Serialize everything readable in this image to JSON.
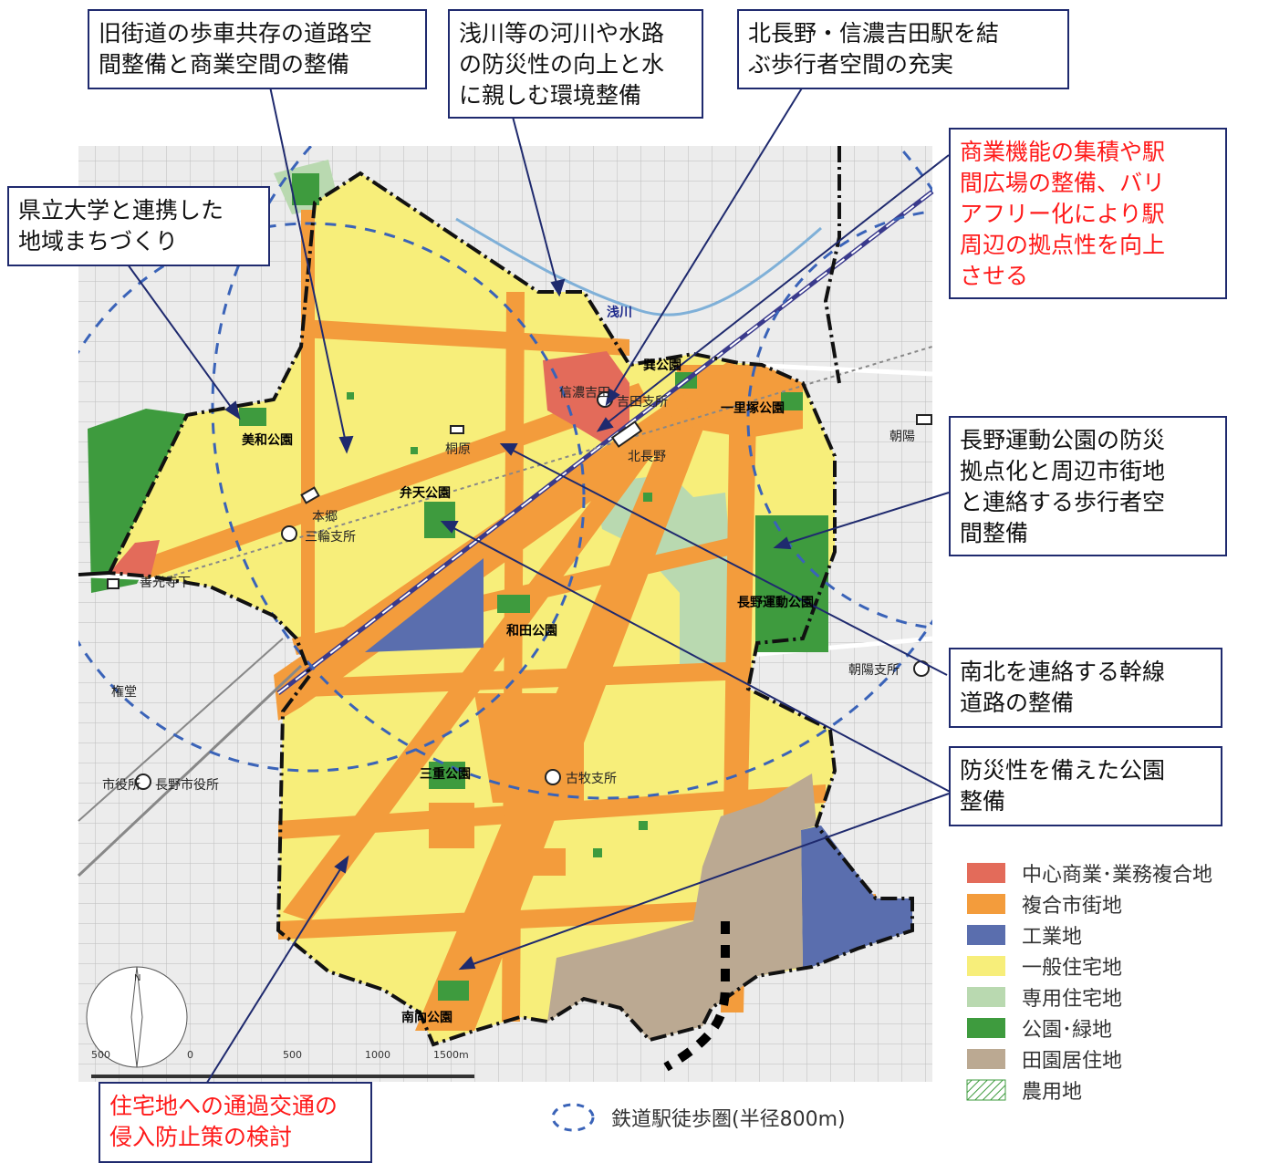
{
  "callouts": {
    "c1": "旧街道の歩車共存の道路空\n間整備と商業空間の整備",
    "c2": "浅川等の河川や水路\nの防災性の向上と水\nに親しむ環境整備",
    "c3": "北長野・信濃吉田駅を結\nぶ歩行者空間の充実",
    "c4": "商業機能の集積や駅\n間広場の整備、バリ\nアフリー化により駅\n周辺の拠点性を向上\nさせる",
    "c5": "県立大学と連携した\n地域まちづくり",
    "c6": "長野運動公園の防災\n拠点化と周辺市街地\nと連絡する歩行者空\n間整備",
    "c7": "南北を連絡する幹線\n道路の整備",
    "c8": "防災性を備えた公園\n整備",
    "c9": "住宅地への通過交通の\n侵入防止策の検討"
  },
  "places": {
    "asakawa": "浅川",
    "tatsumi_park": "巽公園",
    "ichirizuka_park": "一里塚公園",
    "miwa_park": "美和公園",
    "benten_park": "弁天公園",
    "wada_park": "和田公園",
    "undo_park": "長野運動公園",
    "mie_park": "三重公園",
    "minamimuki_park": "南向公園",
    "shinano_yoshida": "信濃吉田",
    "yoshida_branch": "吉田支所",
    "kitanagano": "北長野",
    "kirihara": "桐原",
    "hongo": "本郷",
    "miwa_branch": "三輪支所",
    "zenkojishita": "善光寺下",
    "asahi": "朝陽",
    "asahi_branch": "朝陽支所",
    "gondo": "権堂",
    "city_hall": "市役所",
    "city_hall2": "長野市役所",
    "komaki_branch": "古牧支所"
  },
  "scale_labels": [
    "500",
    "0",
    "500",
    "1000",
    "1500m"
  ],
  "legend": [
    {
      "label": "中心商業･業務複合地",
      "color": "#e36b5a"
    },
    {
      "label": "複合市街地",
      "color": "#f39c3c"
    },
    {
      "label": "工業地",
      "color": "#5a6eae"
    },
    {
      "label": "一般住宅地",
      "color": "#f7ee7a"
    },
    {
      "label": "専用住宅地",
      "color": "#b9d9b0"
    },
    {
      "label": "公園･緑地",
      "color": "#3e9b3e"
    },
    {
      "label": "田園居住地",
      "color": "#bba992"
    },
    {
      "label": "農用地",
      "color": "hatched-green"
    }
  ],
  "walk_legend": "鉄道駅徒歩圏(半径800m)",
  "colors": {
    "callout_border": "#1f2a6e",
    "red_text": "#ff1a1a",
    "boundary": "#111111",
    "walk_circle": "#3a63b8",
    "railway": "#3a3a8c"
  }
}
